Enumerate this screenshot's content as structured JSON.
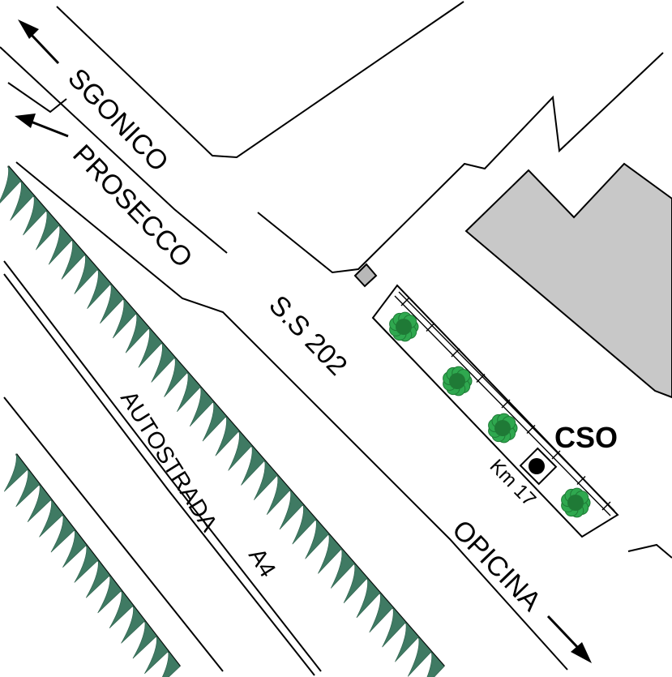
{
  "labels": {
    "sgonico": "SGONICO",
    "prosecco": "PROSECCO",
    "ss202": "S.S 202",
    "autostrada": "AUTOSTRADA",
    "a4": "A4",
    "opicina": "OPICINA",
    "cso": "CSO",
    "km": "Km 17"
  },
  "icons": {
    "arrow_sgonico": "arrow-up-left-icon",
    "arrow_prosecco": "arrow-left-icon",
    "arrow_opicina": "arrow-down-right-icon",
    "station": "station-dot-icon",
    "tree": "tree-icon"
  },
  "colors": {
    "embankment": "#3f7a63",
    "building": "#c8c8c8",
    "tree": "#2fa84f",
    "tree_dark": "#1f7a36",
    "line": "#000000"
  }
}
